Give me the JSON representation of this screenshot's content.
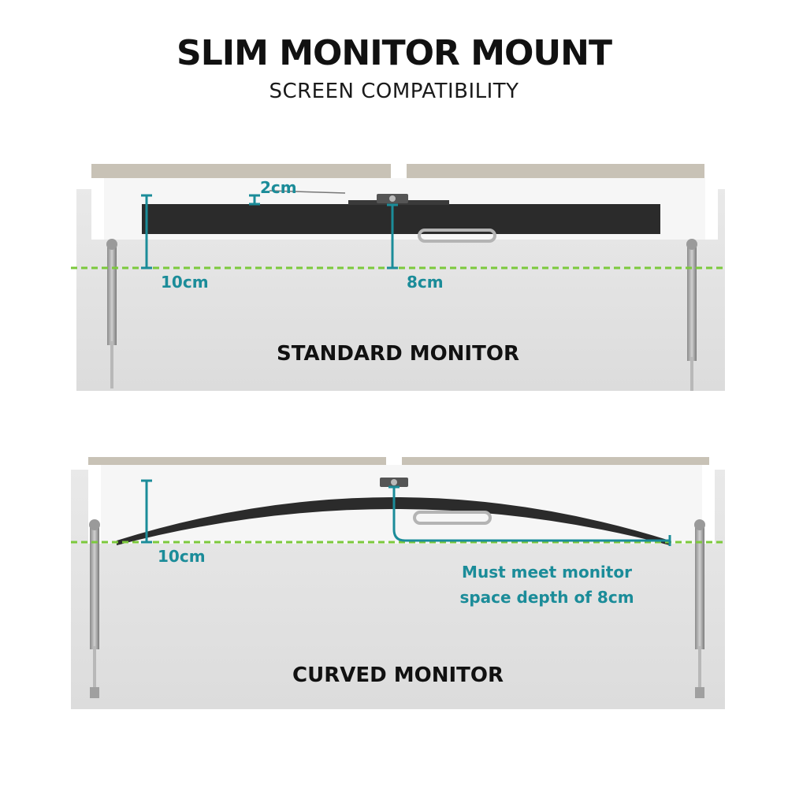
{
  "header": {
    "title": "SLIM MONITOR MOUNT",
    "subtitle": "SCREEN COMPATIBILITY"
  },
  "colors": {
    "accent": "#1b8c99",
    "guide_line": "#7cc93c",
    "text": "#111111"
  },
  "standard": {
    "caption": "STANDARD MONITOR",
    "gap_label": "2cm",
    "depth_label": "10cm",
    "mount_label": "8cm"
  },
  "curved": {
    "caption": "CURVED MONITOR",
    "depth_label": "10cm",
    "note_line1": "Must meet monitor",
    "note_line2": "space depth of 8cm"
  }
}
